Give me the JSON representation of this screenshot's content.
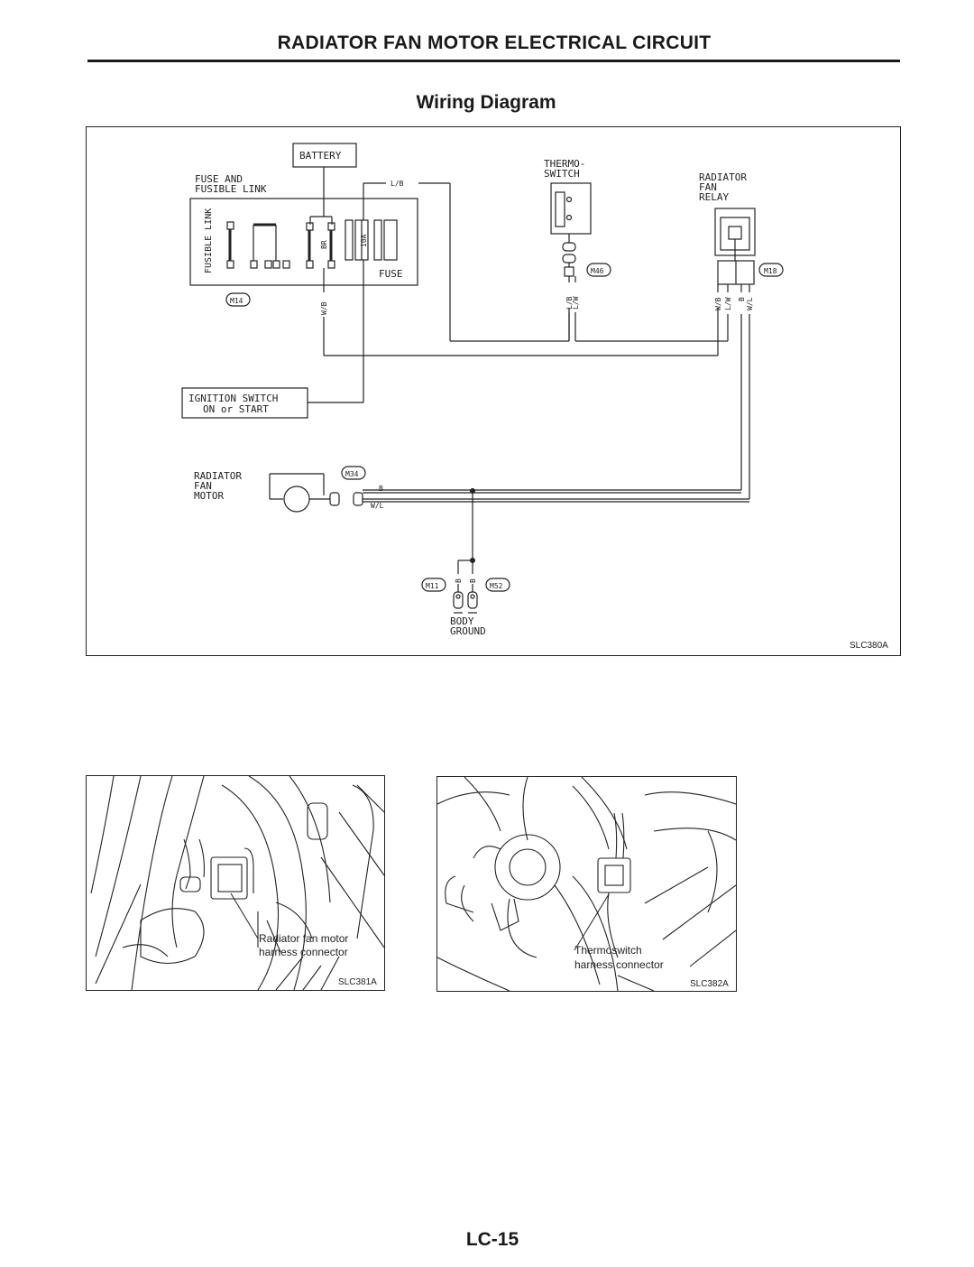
{
  "header": {
    "title": "RADIATOR FAN MOTOR ELECTRICAL CIRCUIT"
  },
  "section": {
    "title": "Wiring Diagram"
  },
  "diagram": {
    "battery": "BATTERY",
    "fuse_link_line1": "FUSE AND",
    "fuse_link_line2": "FUSIBLE LINK",
    "fusible_link_vertical": "FUSIBLE LINK",
    "wire_lb_top": "L/B",
    "wire_br": "BR",
    "fuse_rating": "10A",
    "fuse": "FUSE",
    "conn_m14": "M14",
    "wire_wb_left": "W/B",
    "thermo_line1": "THERMO-",
    "thermo_line2": "SWITCH",
    "conn_m46": "M46",
    "wire_lb_thermo": "L/B",
    "wire_lw_thermo": "L/W",
    "relay_line1": "RADIATOR",
    "relay_line2": "FAN",
    "relay_line3": "RELAY",
    "conn_m18": "M18",
    "wire_wb_relay": "W/B",
    "wire_lw_relay": "L/W",
    "wire_b_relay": "B",
    "wire_wl_relay": "W/L",
    "ign_line1": "IGNITION SWITCH",
    "ign_line2": "ON or START",
    "motor_line1": "RADIATOR",
    "motor_line2": "FAN",
    "motor_line3": "MOTOR",
    "conn_m34": "M34",
    "wire_b_motor": "B",
    "wire_wl_motor": "W/L",
    "conn_m11": "M11",
    "conn_m52": "M52",
    "wire_b_g1": "B",
    "wire_b_g2": "B",
    "ground_line1": "BODY",
    "ground_line2": "GROUND",
    "code": "SLC380A"
  },
  "photo1": {
    "label_line1": "Radiator fan motor",
    "label_line2": "harness connector",
    "code": "SLC381A"
  },
  "photo2": {
    "label_line1": "Thermoswitch",
    "label_line2": "harness connector",
    "code": "SLC382A"
  },
  "footer": {
    "page_number": "LC-15"
  }
}
